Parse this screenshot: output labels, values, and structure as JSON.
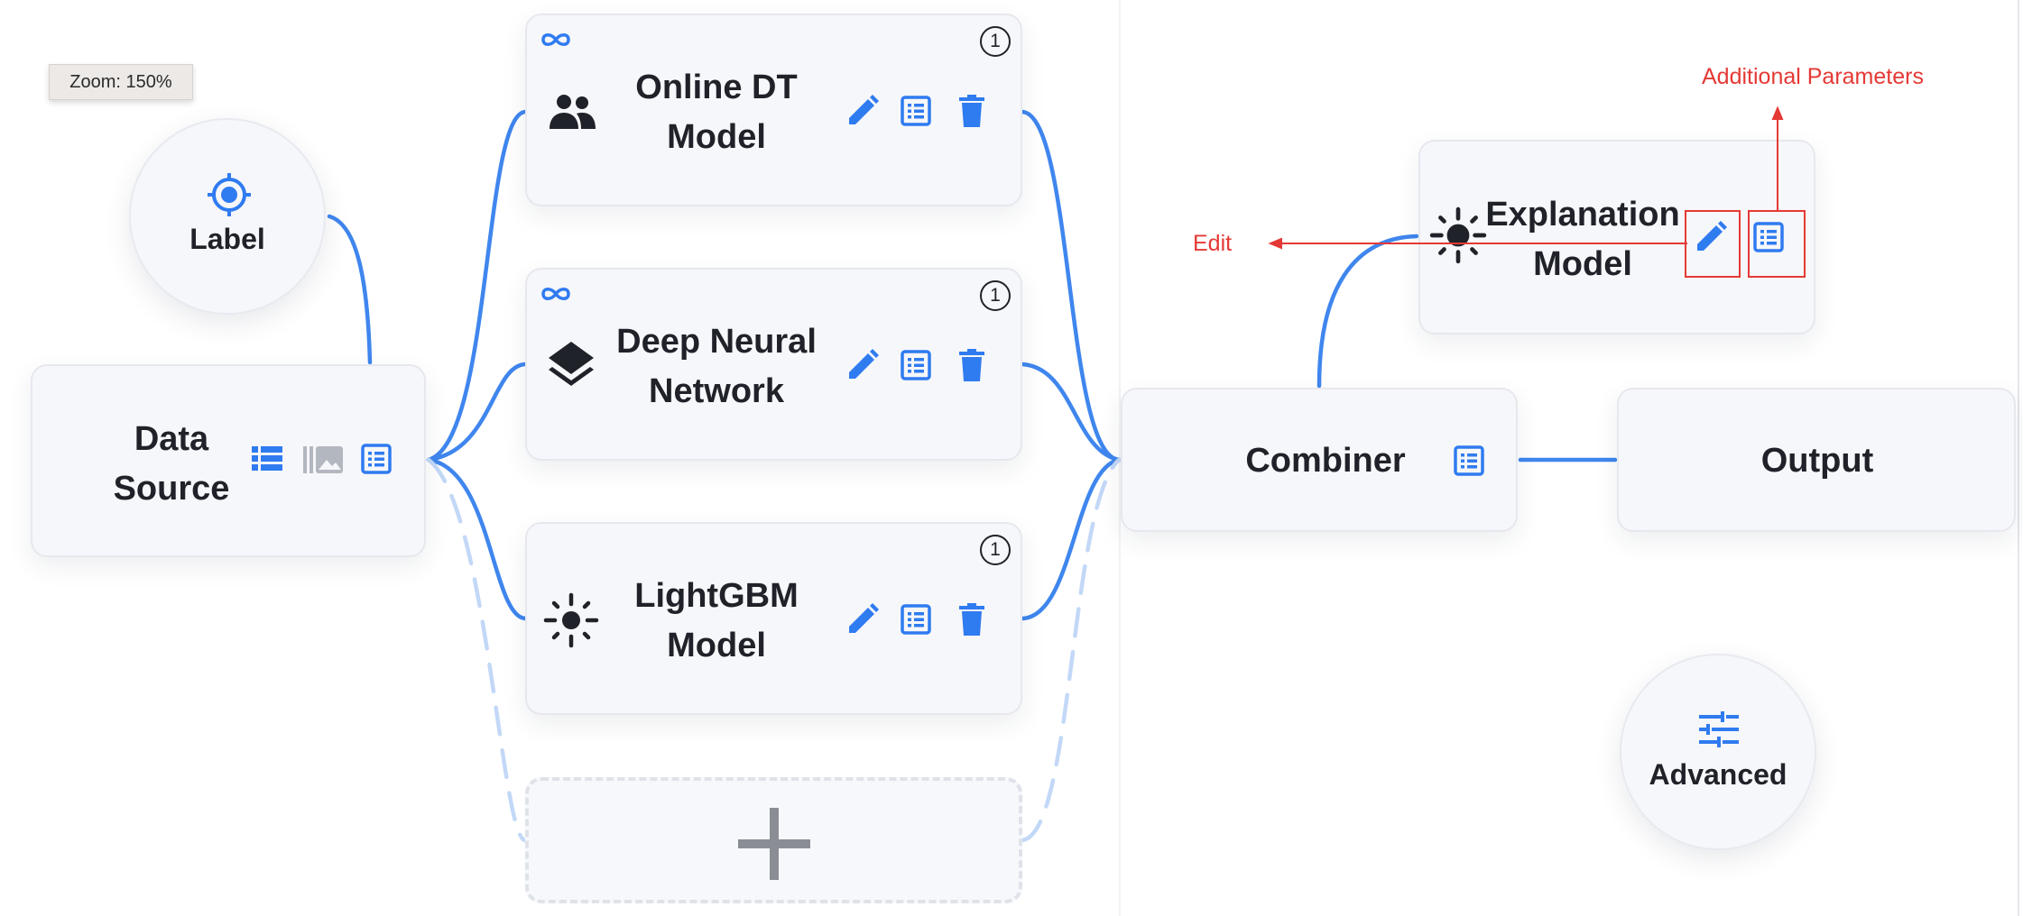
{
  "zoom": {
    "label": "Zoom: 150%"
  },
  "nodes": {
    "label": {
      "title": "Label"
    },
    "data_source": {
      "title_line1": "Data",
      "title_line2": "Source"
    },
    "online_dt": {
      "title_line1": "Online DT",
      "title_line2": "Model",
      "badge": "1"
    },
    "deep_nn": {
      "title_line1": "Deep Neural",
      "title_line2": "Network",
      "badge": "1"
    },
    "lightgbm": {
      "title_line1": "LightGBM",
      "title_line2": "Model",
      "badge": "1"
    },
    "combiner": {
      "title": "Combiner"
    },
    "output": {
      "title": "Output"
    },
    "explanation": {
      "title_line1": "Explanation",
      "title_line2": "Model"
    },
    "advanced": {
      "title": "Advanced"
    }
  },
  "annotations": {
    "edit": "Edit",
    "additional_parameters": "Additional Parameters"
  },
  "colors": {
    "accent": "#2f7bf0",
    "annotation": "#e53935",
    "node_bg": "#f6f7fa"
  }
}
